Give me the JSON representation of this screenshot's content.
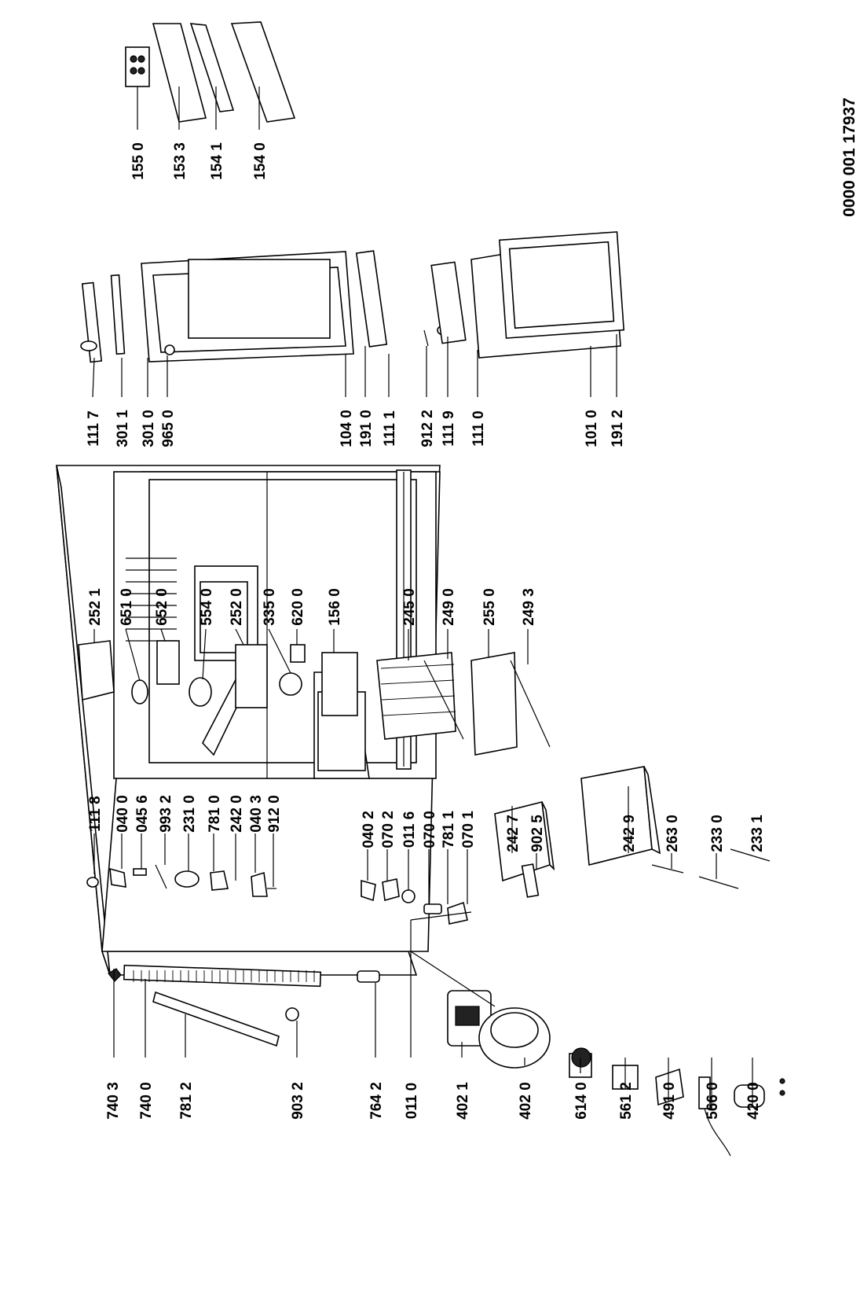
{
  "document_number": "0000 001 17937",
  "parts": {
    "p740_3": "740 3",
    "p740_0": "740 0",
    "p781_2": "781 2",
    "p903_2": "903 2",
    "p764_2": "764 2",
    "p011_0": "011 0",
    "p402_1": "402 1",
    "p402_0": "402 0",
    "p614_0": "614 0",
    "p561_2": "561 2",
    "p491_0": "491 0",
    "p566_0": "566 0",
    "p420_0": "420 0",
    "p111_8": "111 8",
    "p040_0": "040 0",
    "p045_6": "045 6",
    "p993_2": "993 2",
    "p231_0": "231 0",
    "p781_0": "781 0",
    "p242_0": "242 0",
    "p040_3": "040 3",
    "p912_0": "912 0",
    "p040_2": "040 2",
    "p070_2": "070 2",
    "p011_6": "011 6",
    "p070_0": "070 0",
    "p781_1": "781 1",
    "p070_1": "070 1",
    "p242_7": "242 7",
    "p902_5": "902 5",
    "p242_9": "242 9",
    "p263_0": "263 0",
    "p233_0": "233 0",
    "p233_1": "233 1",
    "p252_1": "252 1",
    "p651_0": "651 0",
    "p652_0": "652 0",
    "p554_0": "554 0",
    "p252_0": "252 0",
    "p335_0": "335 0",
    "p620_0": "620 0",
    "p156_0": "156 0",
    "p245_0": "245 0",
    "p249_0": "249 0",
    "p255_0": "255 0",
    "p249_3": "249 3",
    "p111_7": "111 7",
    "p301_1": "301 1",
    "p301_0": "301 0",
    "p965_0": "965 0",
    "p104_0": "104 0",
    "p191_0": "191 0",
    "p111_1": "111 1",
    "p912_2": "912 2",
    "p111_9": "111 9",
    "p111_0": "111 0",
    "p101_0": "101 0",
    "p191_2": "191 2",
    "p155_0": "155 0",
    "p153_3": "153 3",
    "p154_1": "154 1",
    "p154_0": "154 0"
  }
}
